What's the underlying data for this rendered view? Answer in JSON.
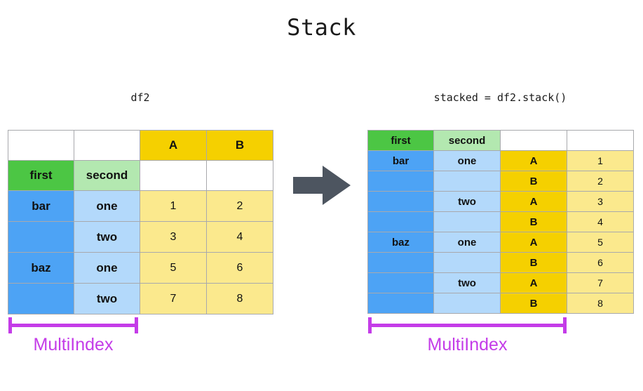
{
  "title": "Stack",
  "colors": {
    "gold": "#f5d000",
    "light_yellow": "#fbe98d",
    "green": "#4cc644",
    "light_green": "#b3e8b0",
    "blue": "#4da3f5",
    "light_blue": "#b3d9fb",
    "magenta": "#c43ce8",
    "arrow_gray": "#4d5560",
    "border": "#a8a9ad"
  },
  "left": {
    "caption": "df2",
    "multiindex_label": "MultiIndex",
    "column_headers": [
      "",
      "",
      "A",
      "B"
    ],
    "index_names": [
      "first",
      "second",
      "",
      ""
    ],
    "rows": [
      {
        "first": "bar",
        "second": "one",
        "A": "1",
        "B": "2"
      },
      {
        "first": "",
        "second": "two",
        "A": "3",
        "B": "4"
      },
      {
        "first": "baz",
        "second": "one",
        "A": "5",
        "B": "6"
      },
      {
        "first": "",
        "second": "two",
        "A": "7",
        "B": "8"
      }
    ]
  },
  "arrow": {
    "icon": "arrow-right-icon"
  },
  "right": {
    "caption": "stacked = df2.stack()",
    "multiindex_label": "MultiIndex",
    "header": [
      "first",
      "second",
      "",
      ""
    ],
    "rows": [
      {
        "first": "bar",
        "second": "one",
        "level": "A",
        "value": "1"
      },
      {
        "first": "",
        "second": "",
        "level": "B",
        "value": "2"
      },
      {
        "first": "",
        "second": "two",
        "level": "A",
        "value": "3"
      },
      {
        "first": "",
        "second": "",
        "level": "B",
        "value": "4"
      },
      {
        "first": "baz",
        "second": "one",
        "level": "A",
        "value": "5"
      },
      {
        "first": "",
        "second": "",
        "level": "B",
        "value": "6"
      },
      {
        "first": "",
        "second": "two",
        "level": "A",
        "value": "7"
      },
      {
        "first": "",
        "second": "",
        "level": "B",
        "value": "8"
      }
    ]
  }
}
